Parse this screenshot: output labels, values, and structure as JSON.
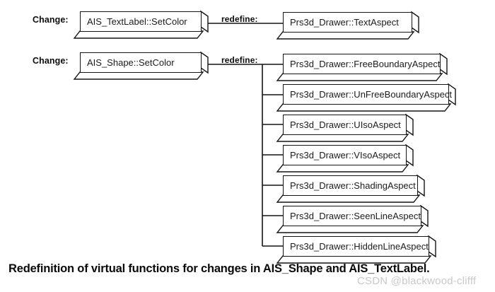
{
  "diagram": {
    "background_color": "#ffffff",
    "line_color": "#141414",
    "node_text_color": "#1b1b1b",
    "rows": [
      {
        "change_label": "Change:",
        "source_node": "AIS_TextLabel::SetColor",
        "relation_label": "redefine:",
        "targets": [
          "Prs3d_Drawer::TextAspect"
        ]
      },
      {
        "change_label": "Change:",
        "source_node": "AIS_Shape::SetColor",
        "relation_label": "redefine:",
        "targets": [
          "Prs3d_Drawer::FreeBoundaryAspect",
          "Prs3d_Drawer::UnFreeBoundaryAspect",
          "Prs3d_Drawer::UIsoAspect",
          "Prs3d_Drawer::VIsoAspect",
          "Prs3d_Drawer::ShadingAspect",
          "Prs3d_Drawer::SeenLineAspect",
          "Prs3d_Drawer::HiddenLineAspect"
        ]
      }
    ]
  },
  "caption": "Redefinition of virtual functions for changes in AIS_Shape and AIS_TextLabel.",
  "watermark": "CSDN @blackwood-clifff"
}
